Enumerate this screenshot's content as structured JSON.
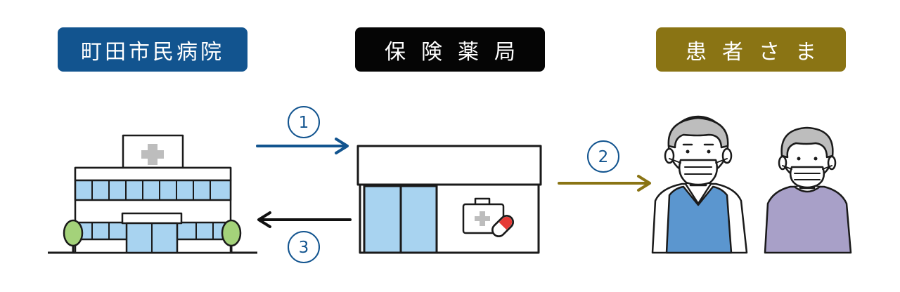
{
  "labels": {
    "hospital": "町田市民病院",
    "pharmacy": "保険薬局",
    "patient": "患者さま"
  },
  "steps": [
    {
      "number": "1",
      "color": "#12548f"
    },
    {
      "number": "2",
      "color": "#8a7414"
    },
    {
      "number": "3",
      "color": "#12548f"
    }
  ],
  "colors": {
    "hospital_brand": "#12548f",
    "pharmacy_brand": "#050505",
    "patient_brand": "#8a7414",
    "window_blue": "#a8d3f0",
    "tree_green": "#a4d27a"
  },
  "icons": [
    "hospital-building-icon",
    "pharmacy-shop-icon",
    "first-aid-kit-icon",
    "capsule-icon",
    "patient-man-icon",
    "patient-woman-icon"
  ]
}
